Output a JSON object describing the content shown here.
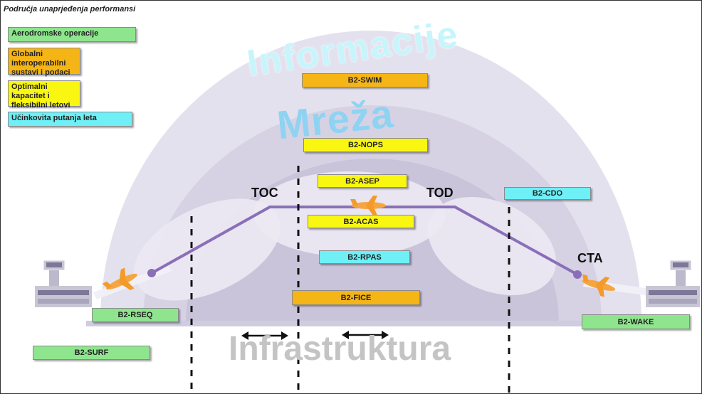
{
  "title": "Područja unaprjeđenja performansi",
  "legend": [
    {
      "label": "Aerodromske operacije",
      "color": "#8ee58e"
    },
    {
      "label": "Globalni interoperabilni sustavi i podaci",
      "color": "#f5b516"
    },
    {
      "label": "Optimalni kapacitet i fleksibilni letovi",
      "color": "#f9f711"
    },
    {
      "label": "Učinkovita putanja leta",
      "color": "#6ef0f6"
    }
  ],
  "layers": {
    "information": "Informacije",
    "network": "Mreža",
    "infrastructure": "Infrastruktura"
  },
  "phases": {
    "toc": "TOC",
    "tod": "TOD",
    "cta": "CTA"
  },
  "modules": {
    "swim": "B2-SWIM",
    "nops": "B2-NOPS",
    "asep": "B2-ASEP",
    "acas": "B2-ACAS",
    "rpas": "B2-RPAS",
    "fice": "B2-FICE",
    "cdo": "B2-CDO",
    "rseq": "B2-RSEQ",
    "surf": "B2-SURF",
    "wake": "B2-WAKE"
  },
  "icons": [
    "airplane-icon",
    "control-tower-icon",
    "double-arrow-icon"
  ]
}
